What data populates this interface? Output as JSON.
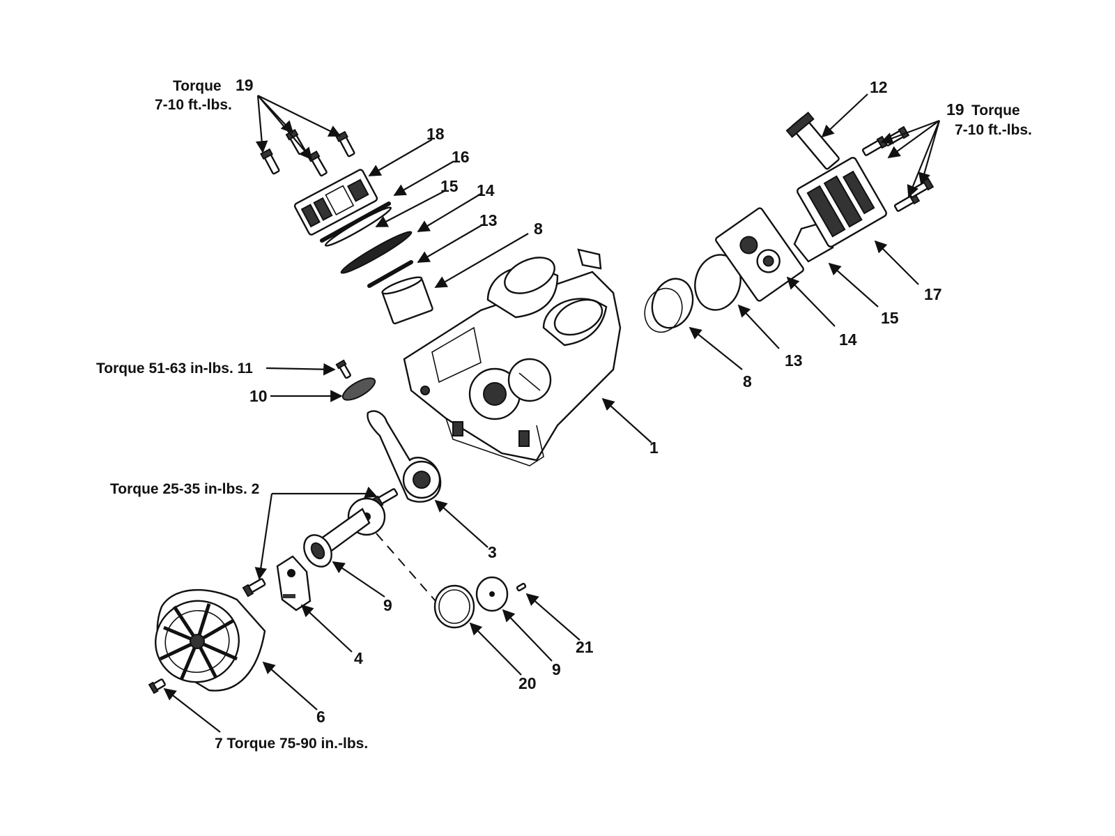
{
  "labels": {
    "torque_top_left_1": "Torque",
    "num_19_top_left": "19",
    "torque_top_left_2": "7-10 ft.-lbs.",
    "num_18": "18",
    "num_16": "16",
    "num_15_left": "15",
    "num_14_left": "14",
    "num_13_left": "13",
    "num_8_top": "8",
    "num_12": "12",
    "num_19_top_right": "19",
    "torque_top_right_1": "Torque",
    "torque_top_right_2": "7-10 ft.-lbs.",
    "num_17": "17",
    "num_15_right": "15",
    "num_14_right": "14",
    "num_13_right": "13",
    "num_8_right": "8",
    "num_1": "1",
    "torque_11": "Torque 51-63 in-lbs. 11",
    "num_10": "10",
    "torque_2": "Torque 25-35 in-lbs. 2",
    "num_3": "3",
    "num_9_left": "9",
    "num_4": "4",
    "num_6": "6",
    "num_20": "20",
    "num_9_bottom": "9",
    "num_21": "21",
    "torque_7": "7  Torque 75-90 in.-lbs."
  }
}
